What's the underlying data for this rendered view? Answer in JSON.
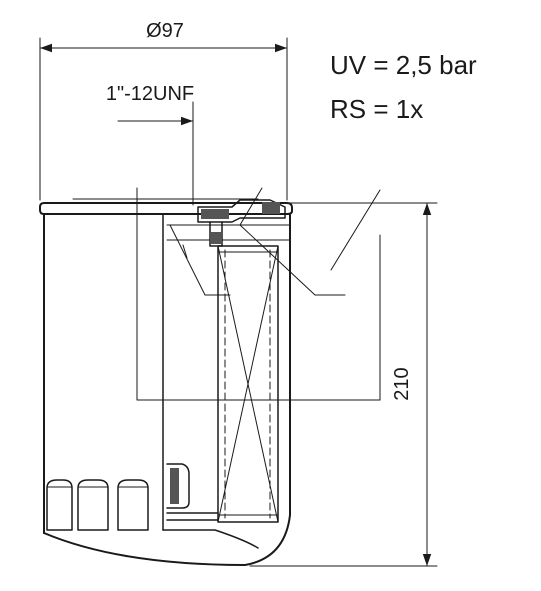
{
  "labels": {
    "outer_diameter": "Ø97",
    "thread": "1\"-12UNF",
    "height": "210",
    "uv": "UV = 2,5 bar",
    "rs": "RS = 1x"
  },
  "colors": {
    "line": "#1a1a1a",
    "background": "#ffffff"
  }
}
